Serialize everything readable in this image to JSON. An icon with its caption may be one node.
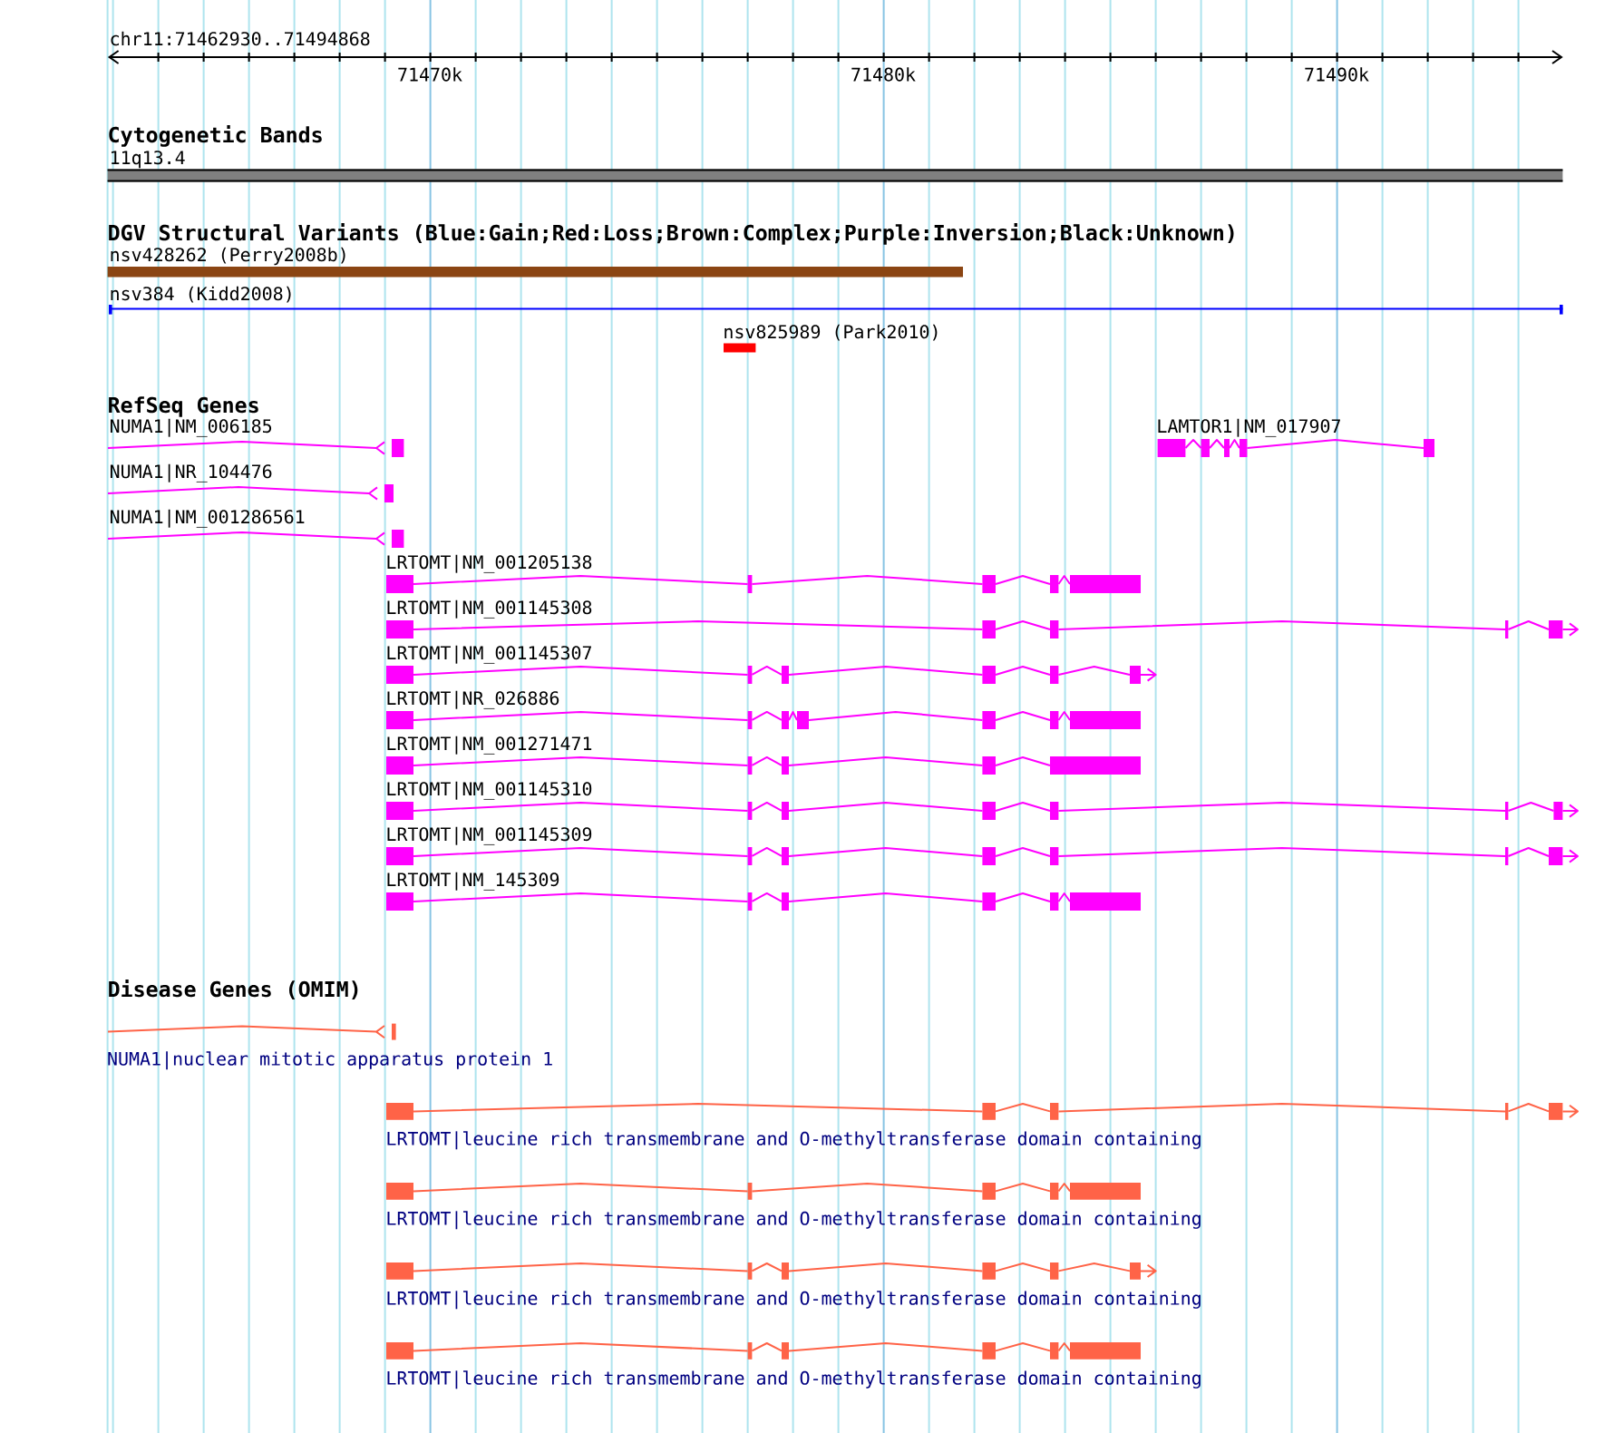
{
  "diagram": {
    "labels": [
      "chr11:71462930..71494868",
      "71470k",
      "71480k",
      "71490k",
      "Cytogenetic Bands",
      "11q13.4",
      "DGV Structural Variants (Blue:Gain;Red:Loss;Brown:Complex;Purple:Inversion;Black:Unknown)",
      "nsv428262 (Perry2008b)",
      "nsv384 (Kidd2008)",
      "nsv825989 (Park2010)",
      "RefSeq Genes",
      "NUMA1|NM_006185",
      "LAMTOR1|NM_017907",
      "NUMA1|NR_104476",
      "NUMA1|NM_001286561",
      "LRTOMT|NM_001205138",
      "LRTOMT|NM_001145308",
      "LRTOMT|NM_001145307",
      "LRTOMT|NR_026886",
      "LRTOMT|NM_001271471",
      "LRTOMT|NM_001145310",
      "LRTOMT|NM_001145309",
      "LRTOMT|NM_145309",
      "Disease Genes (OMIM)",
      "NUMA1|nuclear mitotic apparatus protein 1",
      "LRTOMT|leucine rich transmembrane and O-methyltransferase domain containing",
      "LRTOMT|leucine rich transmembrane and O-methyltransferase domain containing",
      "LRTOMT|leucine rich transmembrane and O-methyltransferase domain containing",
      "LRTOMT|leucine rich transmembrane and O-methyltransferase domain containing"
    ]
  }
}
